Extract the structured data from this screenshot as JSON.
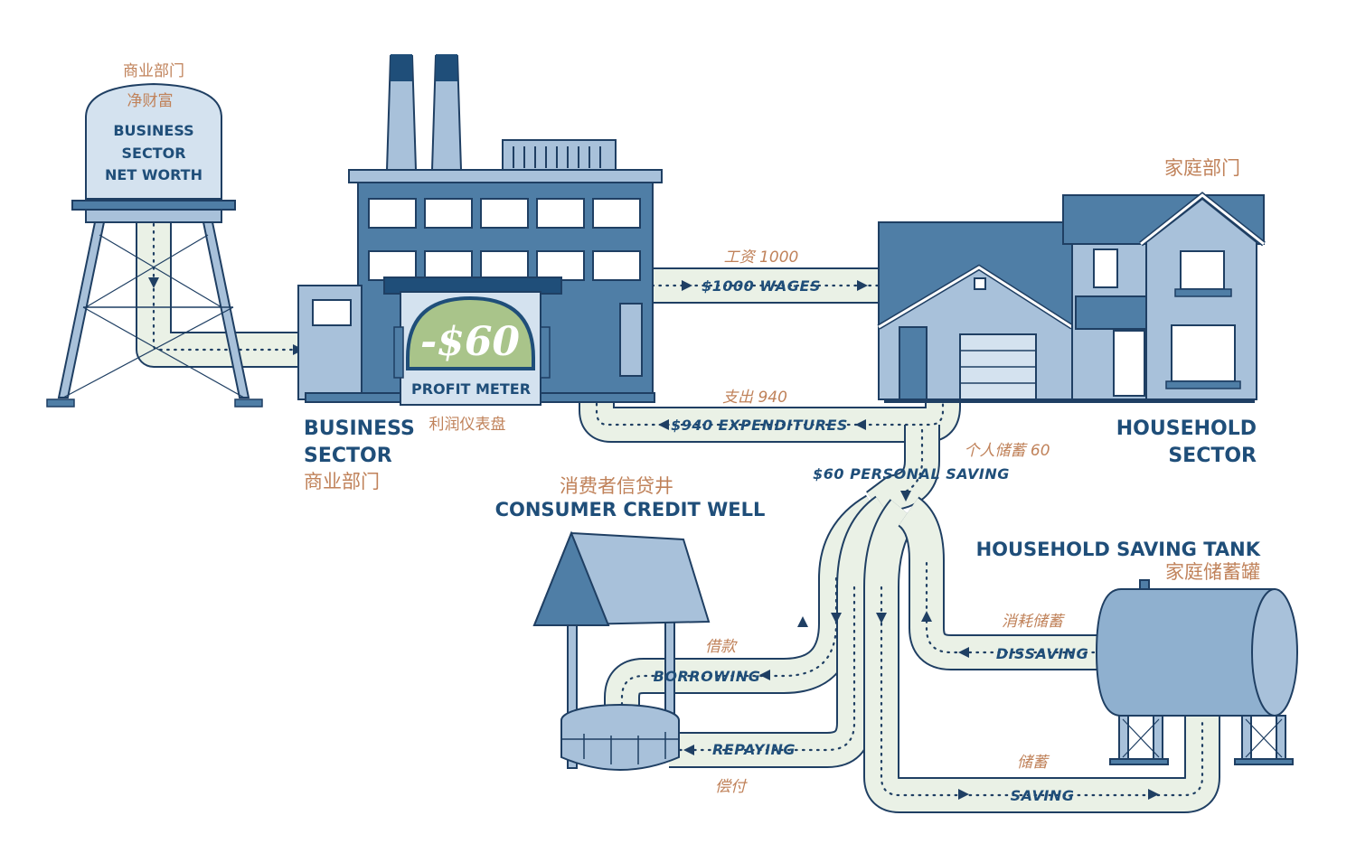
{
  "water_tower": {
    "cn_title": "商业部门",
    "cn_sub": "净财富",
    "en_line1": "BUSINESS",
    "en_line2": "SECTOR",
    "en_line3": "NET WORTH"
  },
  "business_sector": {
    "en_line1": "BUSINESS",
    "en_line2": "SECTOR",
    "cn": "商业部门"
  },
  "profit_meter": {
    "value": "-$60",
    "label": "PROFIT METER",
    "cn": "利润仪表盘"
  },
  "household_sector": {
    "cn": "家庭部门",
    "en_line1": "HOUSEHOLD",
    "en_line2": "SECTOR"
  },
  "flows": {
    "wages_cn": "工资 1000",
    "wages_en": "$1000 WAGES",
    "expenditures_cn": "支出 940",
    "expenditures_en": "$940 EXPENDITURES",
    "saving_cn": "个人储蓄 60",
    "saving_en": "$60 PERSONAL SAVING",
    "borrowing_cn": "借款",
    "borrowing_en": "BORROWING",
    "repaying_en": "REPAYING",
    "repaying_cn": "偿付",
    "dissaving_cn": "消耗储蓄",
    "dissaving_en": "DISSAVING",
    "saving_tank_cn": "储蓄",
    "saving_tank_en": "SAVING"
  },
  "credit_well": {
    "cn": "消费者信贷井",
    "en": "CONSUMER CREDIT WELL"
  },
  "saving_tank": {
    "en": "HOUSEHOLD SAVING TANK",
    "cn": "家庭储蓄罐"
  },
  "colors": {
    "navy": "#1f3f63",
    "blue": "#4f7ea6",
    "light_blue": "#a8c1da",
    "pale": "#eaf1e6",
    "meter_green": "#a9c48a",
    "chinese_text": "#c0825a"
  }
}
